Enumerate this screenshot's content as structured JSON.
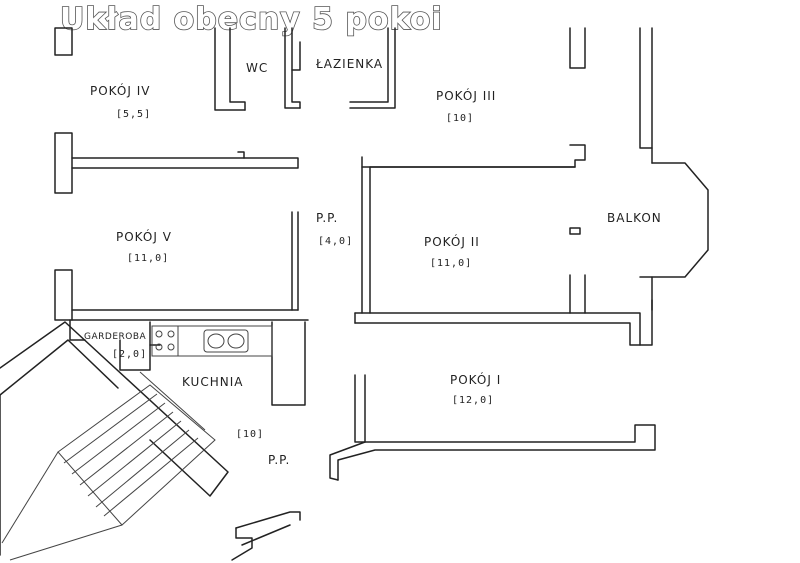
{
  "title": "Układ obecny 5 pokoi",
  "rooms": {
    "pokoj_iv": {
      "label": "POKÓJ IV",
      "area": "[5,5]"
    },
    "wc": {
      "label": "WC"
    },
    "lazienka": {
      "label": "ŁAZIENKA"
    },
    "pokoj_iii": {
      "label": "POKÓJ III",
      "area": "[10]"
    },
    "pokoj_v": {
      "label": "POKÓJ V",
      "area": "[11,0]"
    },
    "pp_top": {
      "label": "P.P.",
      "area": "[4,0]"
    },
    "pokoj_ii": {
      "label": "POKÓJ II",
      "area": "[11,0]"
    },
    "balkon": {
      "label": "BALKON"
    },
    "garderoba": {
      "label": "GARDEROBA",
      "area": "[2,0]"
    },
    "kuchnia": {
      "label": "KUCHNIA"
    },
    "pp_bottom": {
      "label": "P.P.",
      "area": "[10]"
    },
    "pokoj_i": {
      "label": "POKÓJ I",
      "area": "[12,0]"
    }
  }
}
